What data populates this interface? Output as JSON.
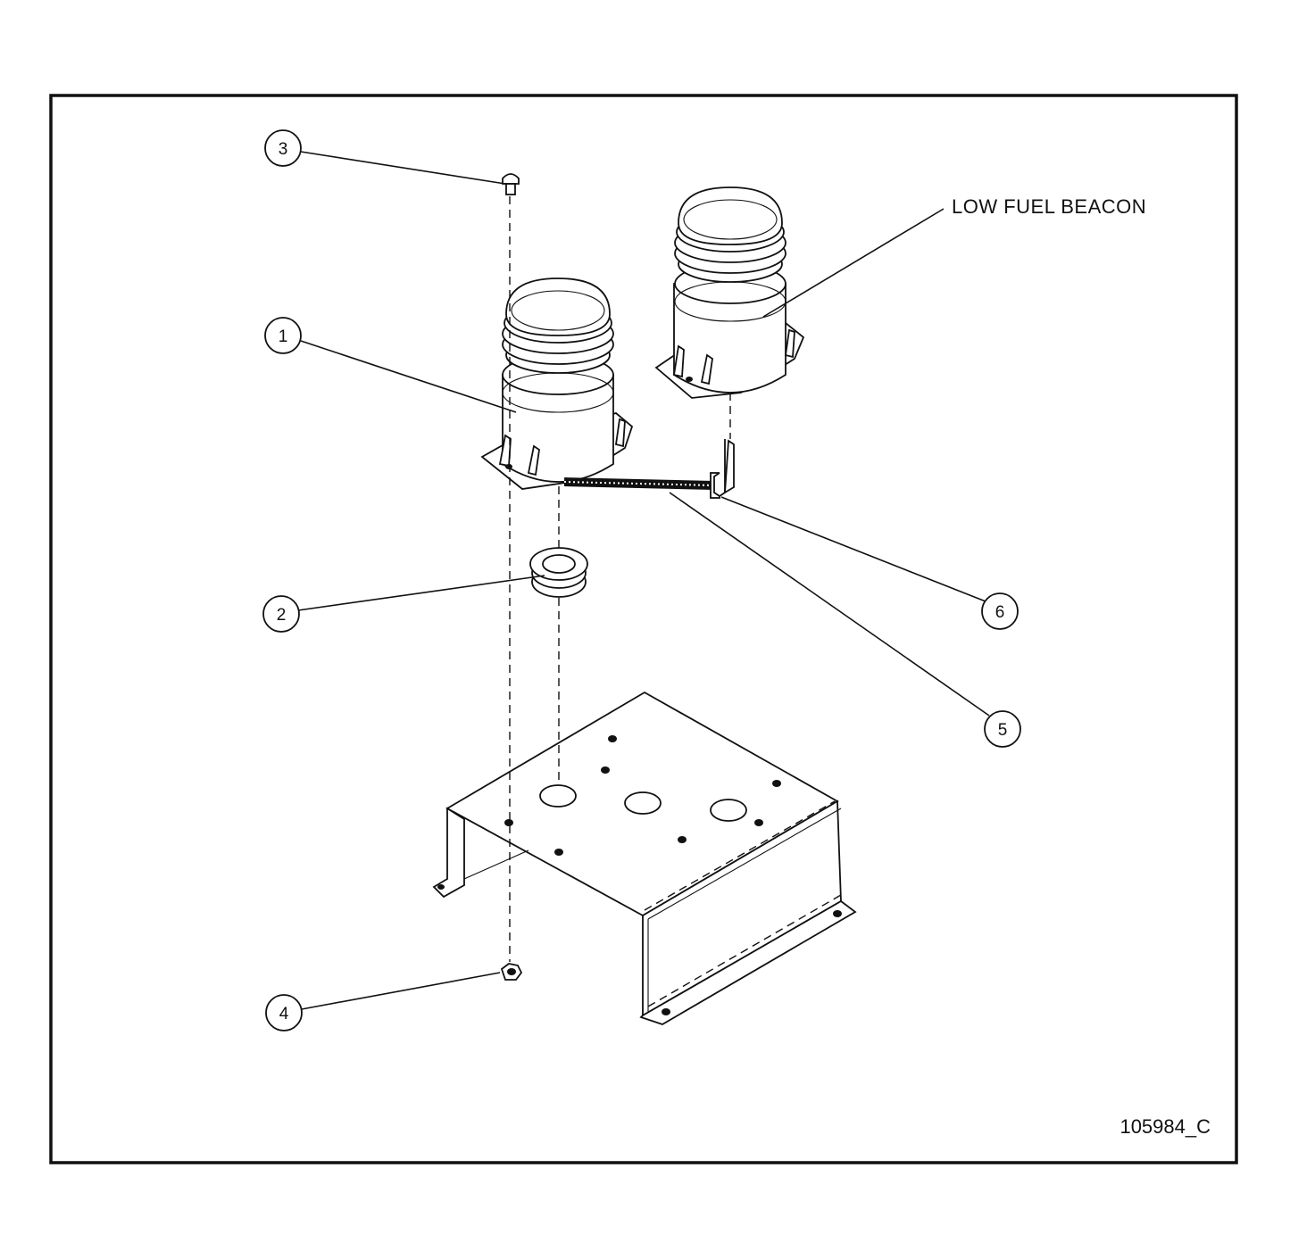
{
  "diagram": {
    "drawing_number": "105984_C",
    "label_low_fuel_beacon": "LOW FUEL BEACON",
    "callouts": [
      {
        "id": "callout-1",
        "number": "1"
      },
      {
        "id": "callout-2",
        "number": "2"
      },
      {
        "id": "callout-3",
        "number": "3"
      },
      {
        "id": "callout-4",
        "number": "4"
      },
      {
        "id": "callout-5",
        "number": "5"
      },
      {
        "id": "callout-6",
        "number": "6"
      }
    ]
  }
}
